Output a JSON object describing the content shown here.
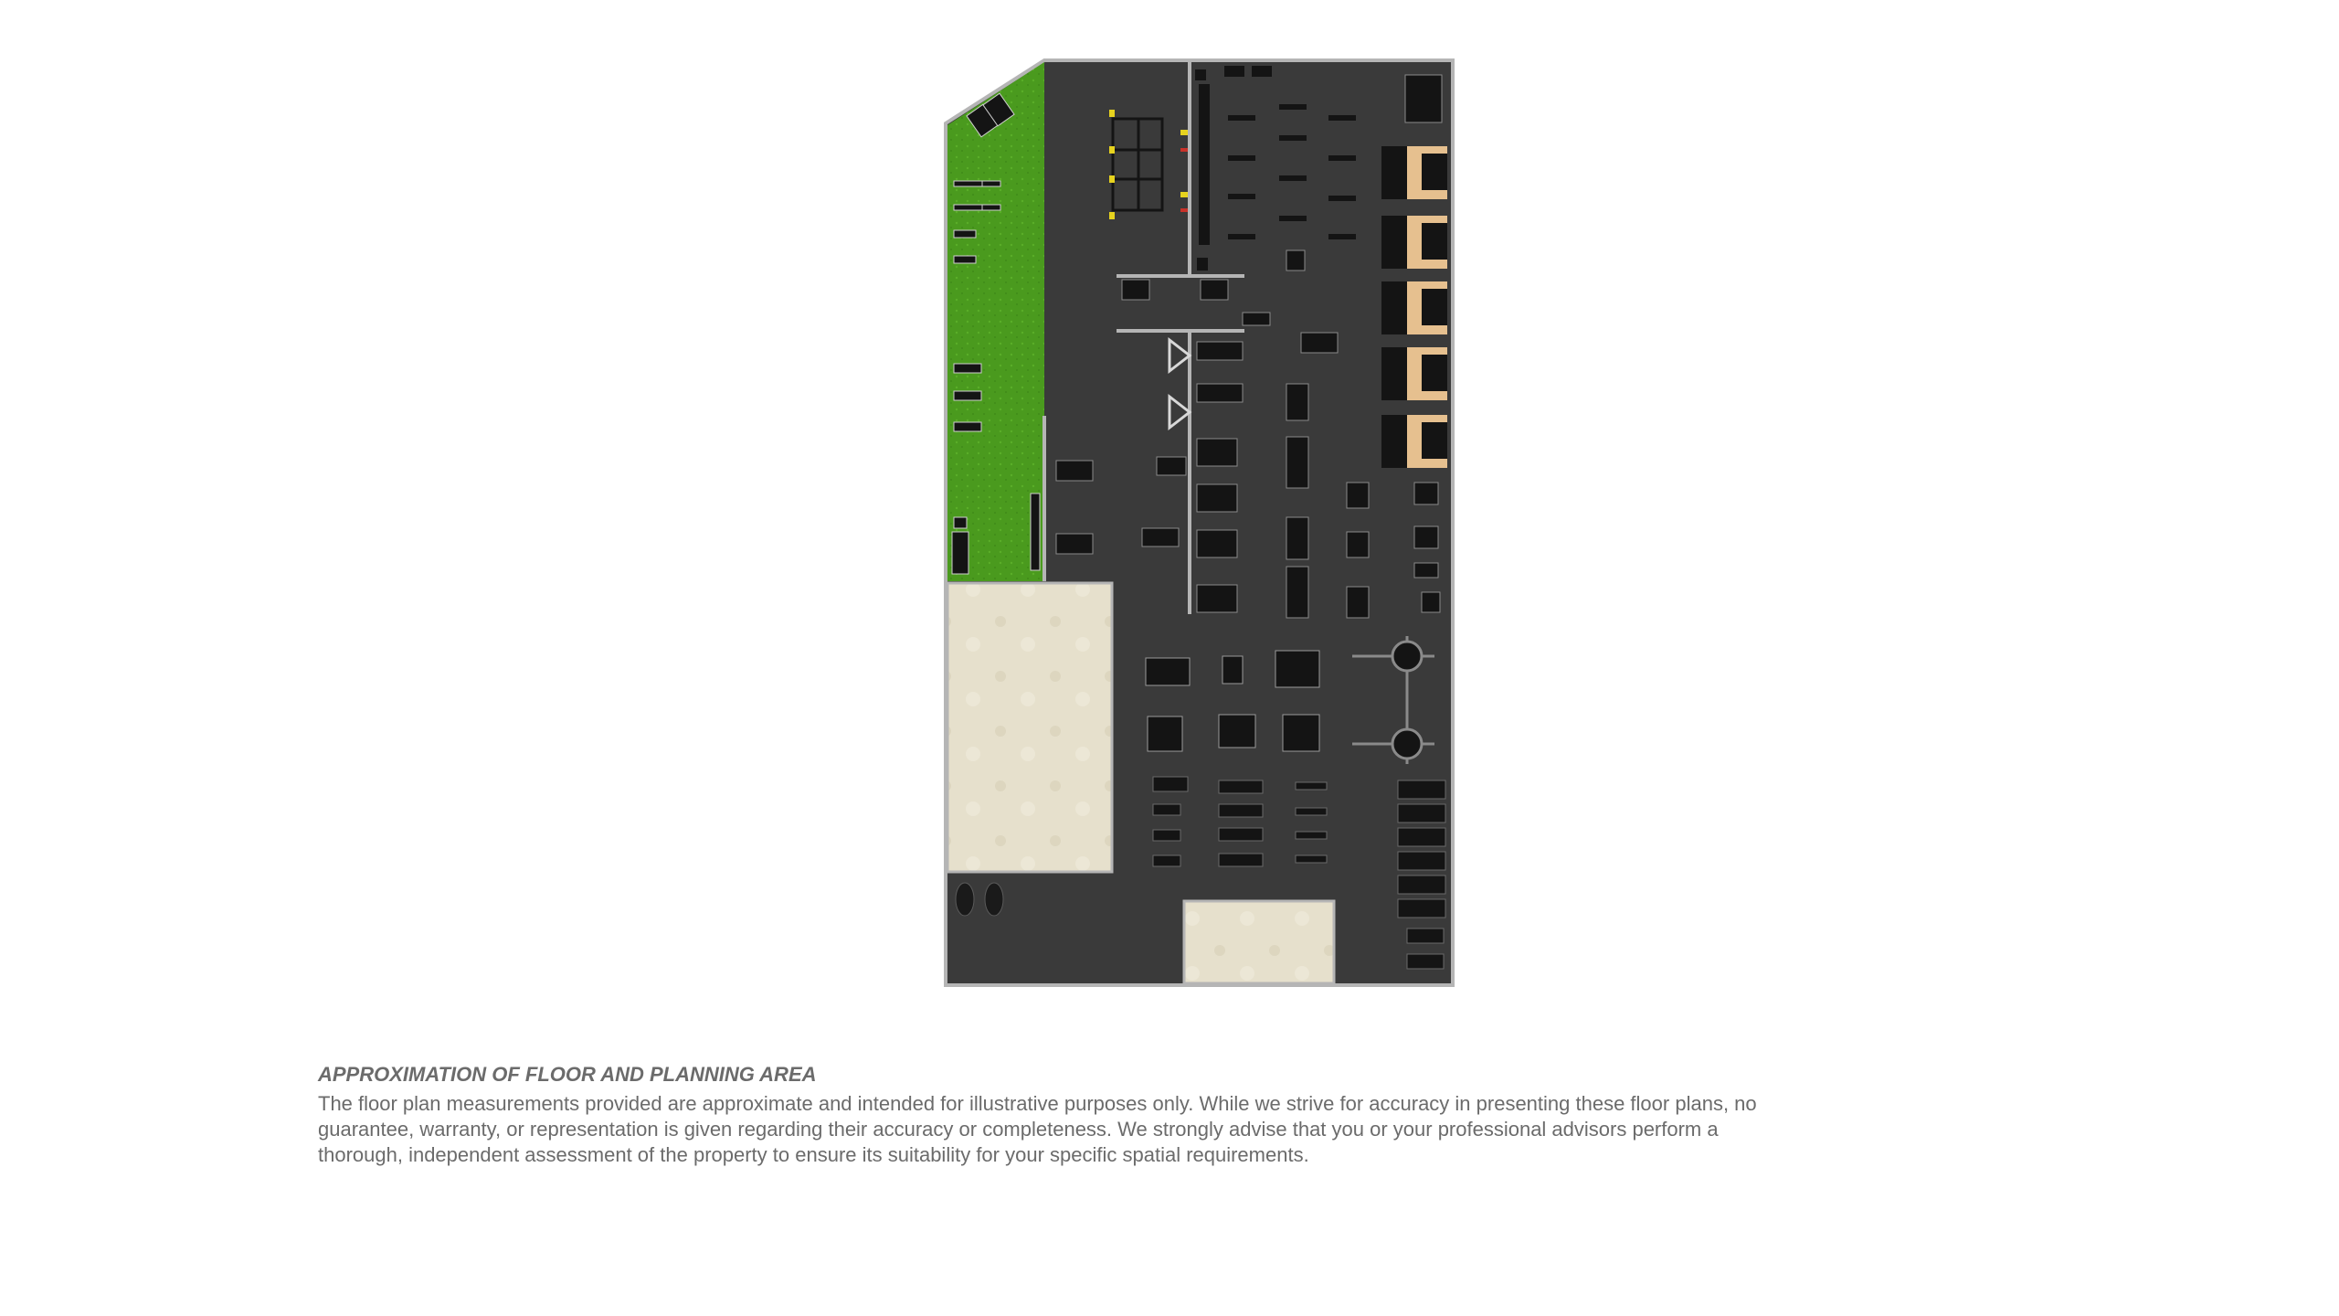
{
  "floor_plan": {
    "colors": {
      "floor": "#3a3a3a",
      "wall": "#b5b5b5",
      "turf": "#4a9a1e",
      "tile": "#e6e0cc",
      "platform": "#e6c08f",
      "equipment": "#141414",
      "accent_yellow": "#e6d21e",
      "accent_red": "#c8322a",
      "accent_green": "#7ac142"
    },
    "zones": [
      {
        "name": "turf-area"
      },
      {
        "name": "tile-area-large"
      },
      {
        "name": "tile-area-small"
      },
      {
        "name": "lifting-platforms"
      },
      {
        "name": "dumbbell-racks"
      },
      {
        "name": "squat-racks"
      },
      {
        "name": "cardio-treadmills"
      }
    ]
  },
  "disclaimer": {
    "title": "APPROXIMATION OF FLOOR AND PLANNING AREA",
    "body": "The floor plan measurements provided are approximate and intended for illustrative purposes only. While we strive for accuracy in presenting these floor plans, no guarantee, warranty, or representation is given regarding their accuracy or completeness. We strongly advise that you or your professional advisors perform a thorough, independent assessment of the property to ensure its suitability for your specific spatial requirements."
  }
}
